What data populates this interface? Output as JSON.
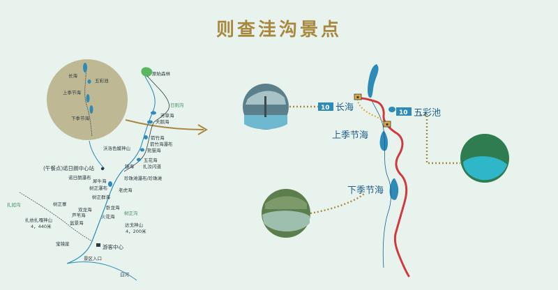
{
  "title": "则查洼沟景点",
  "colors": {
    "accent": "#a8883f",
    "lake": "#2e8bb8",
    "road": "#cf3a3f",
    "trail": "#d8aa43",
    "forest": "#5cb560",
    "river": "#1f5d88"
  },
  "left_map": {
    "zoom_labels": {
      "changhai": "长海",
      "wucaichi": "五彩池",
      "shangjijie": "上季节海",
      "xiajijie": "下季节海"
    },
    "labels": {
      "yuanshi": "原始森林",
      "rize": "日则沟",
      "fangcao": "芳草海",
      "tiane": "天鹅海",
      "jianzhu": "箭竹海",
      "jianzhupubu": "箭竹海瀑布",
      "xiongmao": "熊猫海",
      "wuhua": "五花海",
      "zhaqia": "扎汝闪道",
      "woluo": "沃洛色嫫神山",
      "jinghai": "镜海",
      "zhenzhu": "珍珠滩瀑布/珍珠滩",
      "nuorilang": "诺日朗中心站",
      "nuorilang_prefix": "(午餐点)",
      "nuorilang_pubu": "诺日朗瀑布",
      "xiniu": "犀牛海",
      "shuzheng_pubu": "树正瀑布",
      "laohu": "老虎海",
      "shuzheng_qunhai": "树正群海",
      "shuzheng": "树正沟",
      "shuangcailong": "双龙海",
      "wolong": "卧龙海",
      "luwei": "芦苇海",
      "huohua": "火花海",
      "penjing": "盆景海",
      "zharugou": "扎如沟",
      "zhayi": "扎依扎嘎神山",
      "zhayi_height": "4，440米",
      "dage": "达戈神山",
      "dage_height": "4，200米",
      "baojing": "宝镜崖",
      "youke": "游客中心",
      "jingqu": "景区入口",
      "baishui": "白河",
      "shuzhengzhai": "树正寨"
    }
  },
  "right_map": {
    "changhai": "长海",
    "wucaichi": "五彩池",
    "shangjijie": "上季节海",
    "xiajijie": "下季节海",
    "badge_changhai": "10",
    "badge_wucaichi": "10"
  }
}
